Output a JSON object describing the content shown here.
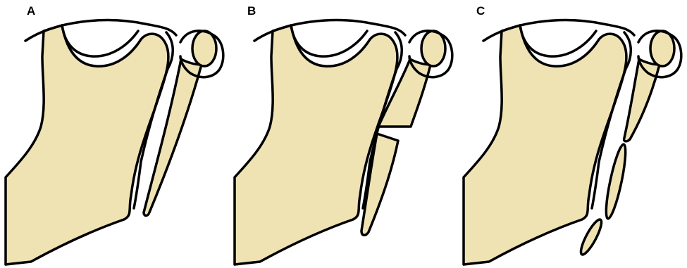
{
  "colors": {
    "bone": "#efe3b4",
    "outline": "#000000",
    "background": "#ffffff"
  },
  "panels": [
    {
      "label": "A"
    },
    {
      "label": "B"
    },
    {
      "label": "C"
    }
  ]
}
